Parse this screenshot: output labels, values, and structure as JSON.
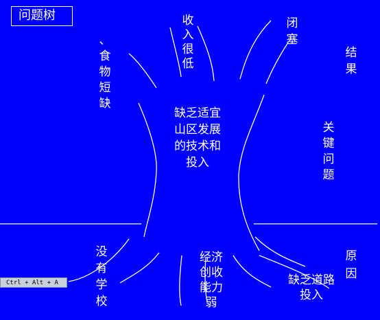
{
  "title": "问题树",
  "top_labels": {
    "food_shortage": "、食物短缺",
    "low_income": "收入很低",
    "closed": "闭塞",
    "result": "结果"
  },
  "core": {
    "problem": "缺乏适宜山区发展的技术和投入",
    "key_issue": "关键问题"
  },
  "bottom_labels": {
    "no_school": "没有学校",
    "weak_economy_line1": "经济",
    "weak_economy_line2": "创收",
    "weak_economy_line3": "能力",
    "weak_economy_line4": "弱",
    "road_line1": "缺乏道路",
    "road_line2": "投入",
    "cause": "原因"
  },
  "shortcut": "Ctrl + Alt + A",
  "colors": {
    "background": "#0000ff",
    "ink": "#ffffff"
  }
}
